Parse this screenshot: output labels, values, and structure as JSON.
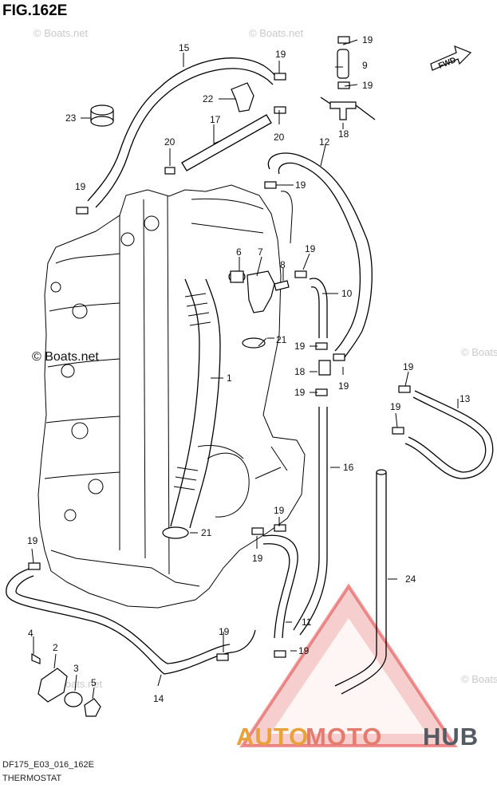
{
  "figure_title": "FIG.162E",
  "direction_label": "FWD",
  "watermark_text": "© Boats.net",
  "watermark_center": "© Boats.net",
  "footer": {
    "code": "DF175_E03_016_162E",
    "section": "THERMOSTAT"
  },
  "logo": {
    "part1": "AUTO",
    "part2": "MOTO",
    "part3": "HUB"
  },
  "callouts": {
    "c15": "15",
    "c19a": "19",
    "c9": "9",
    "c19b": "19",
    "c19c": "19",
    "c22": "22",
    "c23": "23",
    "c17": "17",
    "c20a": "20",
    "c20b": "20",
    "c18a": "18",
    "c12": "12",
    "c19d": "19",
    "c19e": "19",
    "c6": "6",
    "c7": "7",
    "c8": "8",
    "c19f": "19",
    "c10": "10",
    "c21a": "21",
    "c1": "1",
    "c19g": "19",
    "c18b": "18",
    "c19h": "19",
    "c19i": "19",
    "c19j": "19",
    "c13": "13",
    "c19k": "19",
    "c16": "16",
    "c24": "24",
    "c19l": "19",
    "c19m": "19",
    "c19n": "19",
    "c21b": "21",
    "c11": "11",
    "c4": "4",
    "c2": "2",
    "c3": "3",
    "c5": "5",
    "c14": "14",
    "c19o": "19",
    "c19p": "19"
  },
  "colors": {
    "logo_orange": "#e9a13a",
    "logo_red": "#e47c6e",
    "logo_gray": "#555b63",
    "triangle_red": "#e23b3b"
  }
}
